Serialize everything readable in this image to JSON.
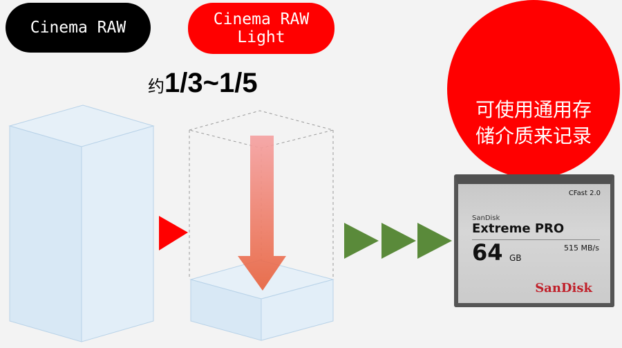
{
  "labels": {
    "cinema_raw": "Cinema RAW",
    "cinema_raw_light_1": "Cinema RAW",
    "cinema_raw_light_2": "Light"
  },
  "ratio": {
    "prefix": "约",
    "value": "1/3~1/5"
  },
  "callout": {
    "line1": "可使用通用存",
    "line2": "储介质来记录"
  },
  "card": {
    "type": "CFast 2.0",
    "brand_small": "SanDisk",
    "product": "Extreme PRO",
    "capacity": "64",
    "unit": "GB",
    "speed": "515 MB/s",
    "logo": "SanDisk"
  },
  "colors": {
    "red": "#ff0000",
    "green_arrow": "#5a8a3a",
    "box": "#cfe3f3"
  }
}
